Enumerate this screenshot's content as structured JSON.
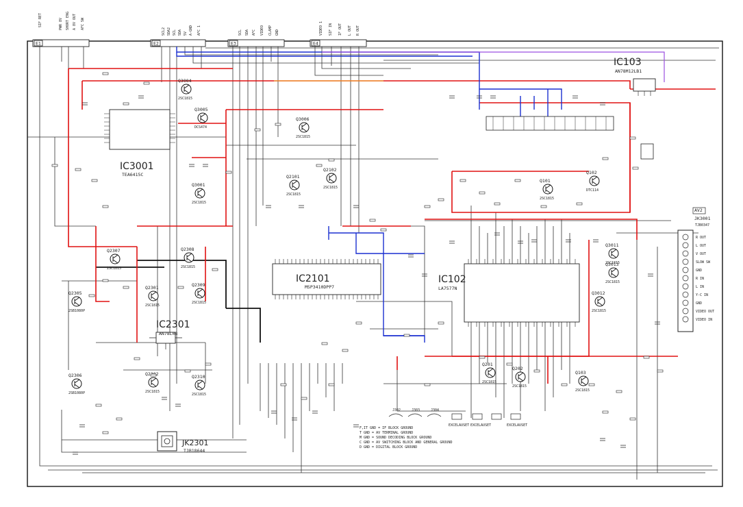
{
  "connectors": [
    {
      "id": "E1",
      "label": "E1",
      "pins": [
        "SIF RET",
        "PWR 8V",
        "SHORT ENG",
        "A 8V OUT",
        "AFC SW"
      ]
    },
    {
      "id": "E2",
      "label": "E2",
      "pins": [
        "SCL2",
        "SDA2",
        "SCL",
        "SDA",
        "5V",
        "A-GND",
        "AFC 1"
      ]
    },
    {
      "id": "E3",
      "label": "E3",
      "pins": [
        "SCL",
        "SDA",
        "AFC",
        "VIDEO",
        "CLAMP",
        "GND"
      ]
    },
    {
      "id": "E4",
      "label": "E4",
      "pins": [
        "VIDEO 1",
        "SIF IN",
        "IF OUT",
        "L OUT",
        "R OUT"
      ]
    }
  ],
  "ics": [
    {
      "ref": "IC3001",
      "part": "TEA6415C"
    },
    {
      "ref": "IC2101",
      "part": "MSP3410DPP7"
    },
    {
      "ref": "IC102",
      "part": "LA7577N"
    },
    {
      "ref": "IC103",
      "part": "AN78M12LB1"
    },
    {
      "ref": "IC2301",
      "part": "AN78L08"
    }
  ],
  "jacks": [
    {
      "ref": "JK3001",
      "part": "TJB0347",
      "tag": "AV2"
    },
    {
      "ref": "JK2301",
      "part": "TJB18644"
    }
  ],
  "transistors": [
    {
      "ref": "Q3004",
      "part": "2SC1815"
    },
    {
      "ref": "Q3005",
      "part": "DCS474"
    },
    {
      "ref": "Q3006",
      "part": "2SC1815"
    },
    {
      "ref": "Q3001",
      "part": "2SC1815"
    },
    {
      "ref": "Q2101",
      "part": "2SC1815"
    },
    {
      "ref": "Q2102",
      "part": "2SC1815"
    },
    {
      "ref": "Q101",
      "part": "2SC1815"
    },
    {
      "ref": "Q102",
      "part": "DTC114"
    },
    {
      "ref": "Q2307",
      "part": "2SC1815"
    },
    {
      "ref": "Q2308",
      "part": "2SC1815"
    },
    {
      "ref": "Q2305",
      "part": "2SB1080P"
    },
    {
      "ref": "Q2301",
      "part": "2SC1815"
    },
    {
      "ref": "Q2309",
      "part": "2SC1815"
    },
    {
      "ref": "Q2306",
      "part": "2SB1080P"
    },
    {
      "ref": "Q2302",
      "part": "2SC1815"
    },
    {
      "ref": "Q2310",
      "part": "2SC1815"
    },
    {
      "ref": "Q3011",
      "part": "2SC1815"
    },
    {
      "ref": "Q3013",
      "part": "2SC1815"
    },
    {
      "ref": "Q3012",
      "part": "2SC1815"
    },
    {
      "ref": "Q201",
      "part": "2SC1815"
    },
    {
      "ref": "Q202",
      "part": "2SC1815"
    },
    {
      "ref": "Q103",
      "part": "2SC1815"
    }
  ],
  "jack_pins": [
    "R OUT",
    "L OUT",
    "V OUT",
    "SLOW SW",
    "GND",
    "R IN",
    "L IN",
    "Y-C IN",
    "GND",
    "VIDEO OUT",
    "VIDEO IN"
  ],
  "notes": [
    "F,IT GND = IF BLOCK GROUND",
    "T GND = AV TERMINAL GROUND",
    "M GND = SOUND DECODING BLOCK GROUND",
    "C GND = AV SWITCHING BLOCK AND GENERAL GROUND",
    "D GND = DIGITAL BLOCK GROUND"
  ],
  "ground_jumpers": [
    "J302",
    "J303",
    "J304",
    "EXCELAUSET",
    "EXCELAUSET",
    "EXCELAUSET"
  ],
  "colors": {
    "red": "#e01010",
    "blue": "#1a2fd0",
    "purple": "#9b4fe0",
    "orange": "#f0a030"
  }
}
